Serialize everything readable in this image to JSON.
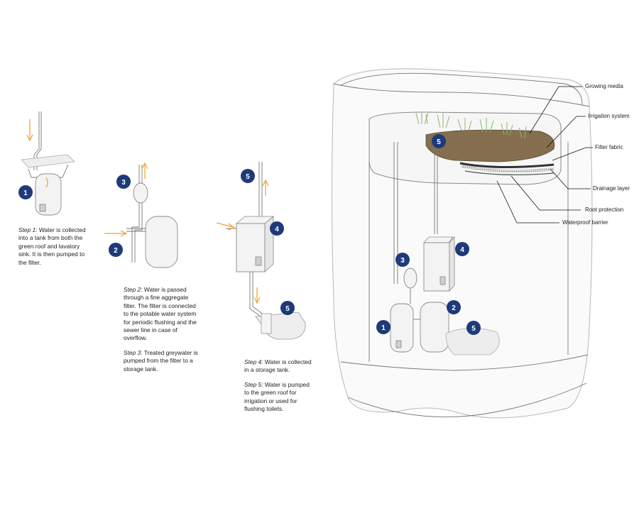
{
  "steps": {
    "step1": {
      "title": "Step 1:",
      "text": " Water is collected into a tank from both the green roof and lavatory sink. It is then pumped to the filter."
    },
    "step2": {
      "title": "Step 2:",
      "text": " Water is passed through a fine aggregate filter. The filter is connected to the potable water system for periodic flushing and the sewer line in case of overflow."
    },
    "step3": {
      "title": "Step 3:",
      "text": " Treated greywater is pumped from the filter to a storage tank."
    },
    "step4": {
      "title": "Step 4:",
      "text": " Water is collected in a storage tank."
    },
    "step5": {
      "title": "Step 5:",
      "text": " Water is pumped to the green roof for irrigation or used for flushing toilets."
    }
  },
  "badges": {
    "n1": "1",
    "n2": "2",
    "n3": "3",
    "n4": "4",
    "n5": "5"
  },
  "layer_labels": {
    "growing_media": "Growing media",
    "irrigation_system": "Irrigation system",
    "filter_fabric": "Filter fabric",
    "drainage_layer": "Drainage layer",
    "root_protection": "Root protection",
    "waterproof_barrier": "Waterproof barrier"
  },
  "colors": {
    "badge": "#1f3a7a",
    "arrow": "#f0a030",
    "soil": "#8a7352",
    "plant": "#8fb56a"
  }
}
